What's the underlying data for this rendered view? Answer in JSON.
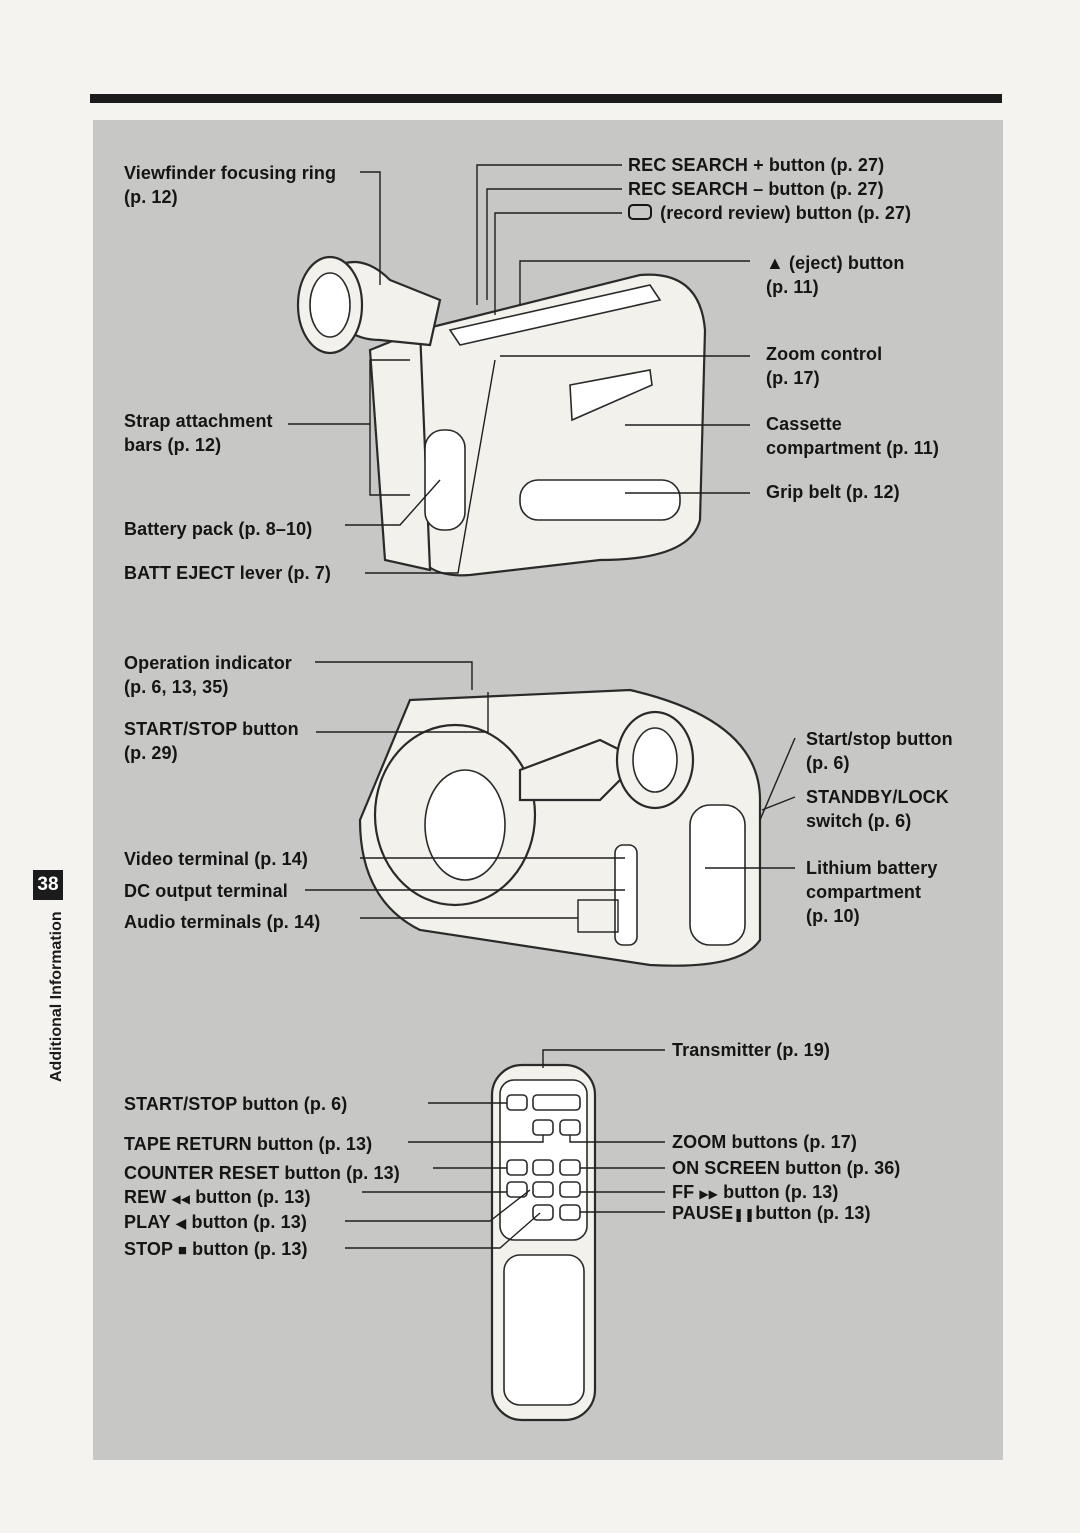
{
  "page": {
    "number": "38",
    "section": "Additional Information"
  },
  "camcorder_front": {
    "viewfinder_ring": [
      "Viewfinder focusing ring",
      "(p. 12)"
    ],
    "strap_bars": [
      "Strap attachment",
      "bars (p. 12)"
    ],
    "battery_pack": "Battery pack (p. 8–10)",
    "batt_eject": "BATT EJECT lever (p. 7)",
    "rec_search_plus": "REC SEARCH + button (p. 27)",
    "rec_search_minus": "REC SEARCH – button (p. 27)",
    "record_review": "(record review) button (p. 27)",
    "eject": [
      "(eject) button",
      "(p. 11)"
    ],
    "zoom_control": [
      "Zoom control",
      "(p. 17)"
    ],
    "cassette": [
      "Cassette",
      "compartment (p. 11)"
    ],
    "grip_belt": "Grip belt (p. 12)"
  },
  "camcorder_rear": {
    "operation_indicator": [
      "Operation indicator",
      "(p. 6, 13, 35)"
    ],
    "start_stop": [
      "START/STOP button",
      "(p. 29)"
    ],
    "video_terminal": "Video terminal (p. 14)",
    "dc_output": "DC output terminal",
    "audio_terminals": "Audio terminals (p. 14)",
    "start_stop_right": [
      "Start/stop button",
      "(p. 6)"
    ],
    "standby_lock": [
      "STANDBY/LOCK",
      "switch (p. 6)"
    ],
    "lithium_battery": [
      "Lithium battery",
      "compartment",
      "(p. 10)"
    ]
  },
  "transmitter": {
    "title": "Transmitter (p. 19)",
    "start_stop": "START/STOP button (p. 6)",
    "tape_return": "TAPE RETURN button (p. 13)",
    "counter_reset": "COUNTER RESET button (p. 13)",
    "rew": {
      "prefix": "REW",
      "suffix": "button (p. 13)"
    },
    "play": {
      "prefix": "PLAY",
      "suffix": "button (p. 13)"
    },
    "stop": {
      "prefix": "STOP",
      "suffix": "button (p. 13)"
    },
    "zoom": "ZOOM buttons (p. 17)",
    "on_screen": "ON SCREEN button (p. 36)",
    "ff": {
      "prefix": "FF",
      "suffix": "button (p. 13)"
    },
    "pause": {
      "prefix": "PAUSE",
      "suffix": "button (p. 13)"
    }
  },
  "icons": {
    "eject": "▲",
    "rewind": "◀◀",
    "play": "◀",
    "stop": "■",
    "fast_forward": "▶▶",
    "pause": "❚❚"
  }
}
